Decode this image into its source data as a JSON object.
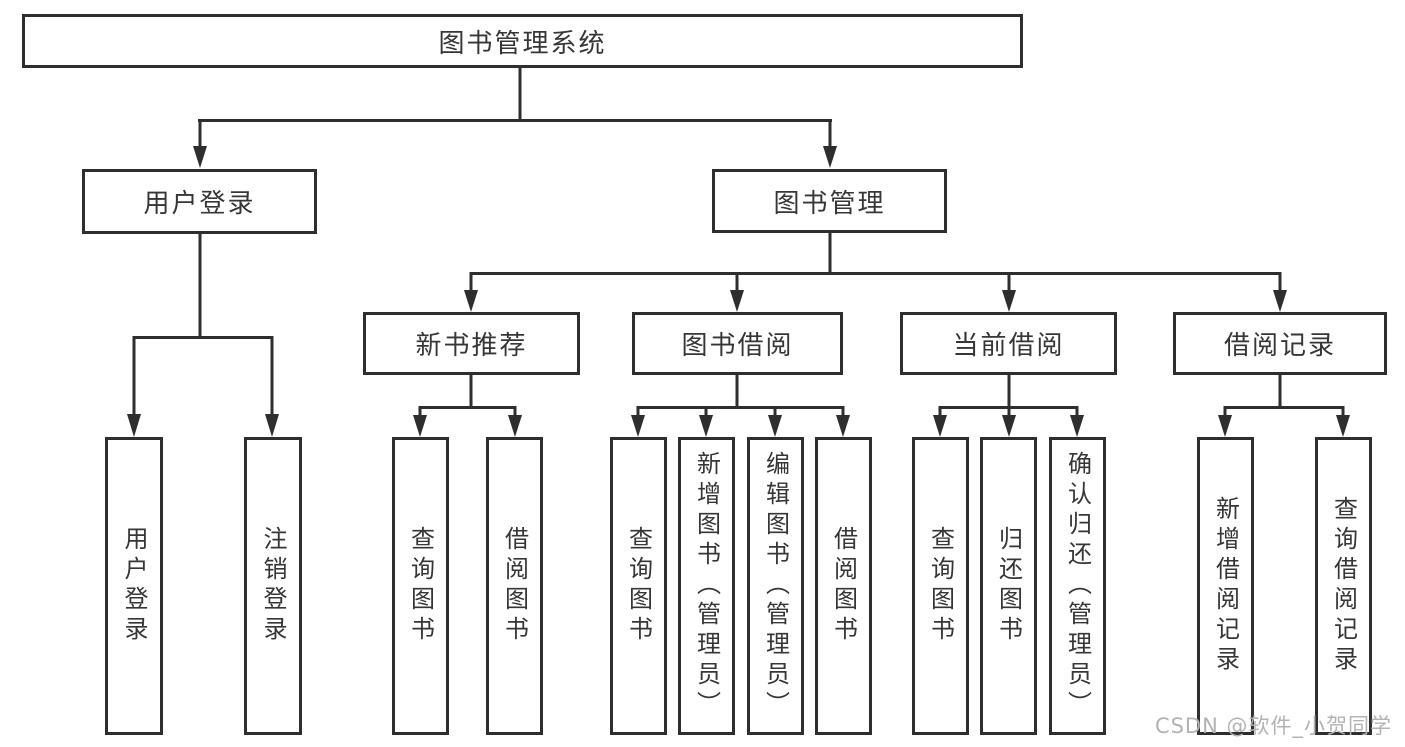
{
  "tree": {
    "root": "图书管理系统",
    "branches": [
      {
        "label": "用户登录",
        "children": [
          "用户登录",
          "注销登录"
        ]
      },
      {
        "label": "图书管理",
        "groups": [
          {
            "label": "新书推荐",
            "children": [
              "查询图书",
              "借阅图书"
            ]
          },
          {
            "label": "图书借阅",
            "children": [
              "查询图书",
              "新增图书（管理员）",
              "编辑图书（管理员）",
              "借阅图书"
            ]
          },
          {
            "label": "当前借阅",
            "children": [
              "查询图书",
              "归还图书",
              "确认归还（管理员）"
            ]
          },
          {
            "label": "借阅记录",
            "children": [
              "新增借阅记录",
              "查询借阅记录"
            ]
          }
        ]
      }
    ]
  },
  "watermark": "CSDN @软件_小贺同学",
  "colors": {
    "line": "#2e2e2e",
    "text": "#363636",
    "watermark": "#b3b3b3",
    "background": "#ffffff"
  }
}
